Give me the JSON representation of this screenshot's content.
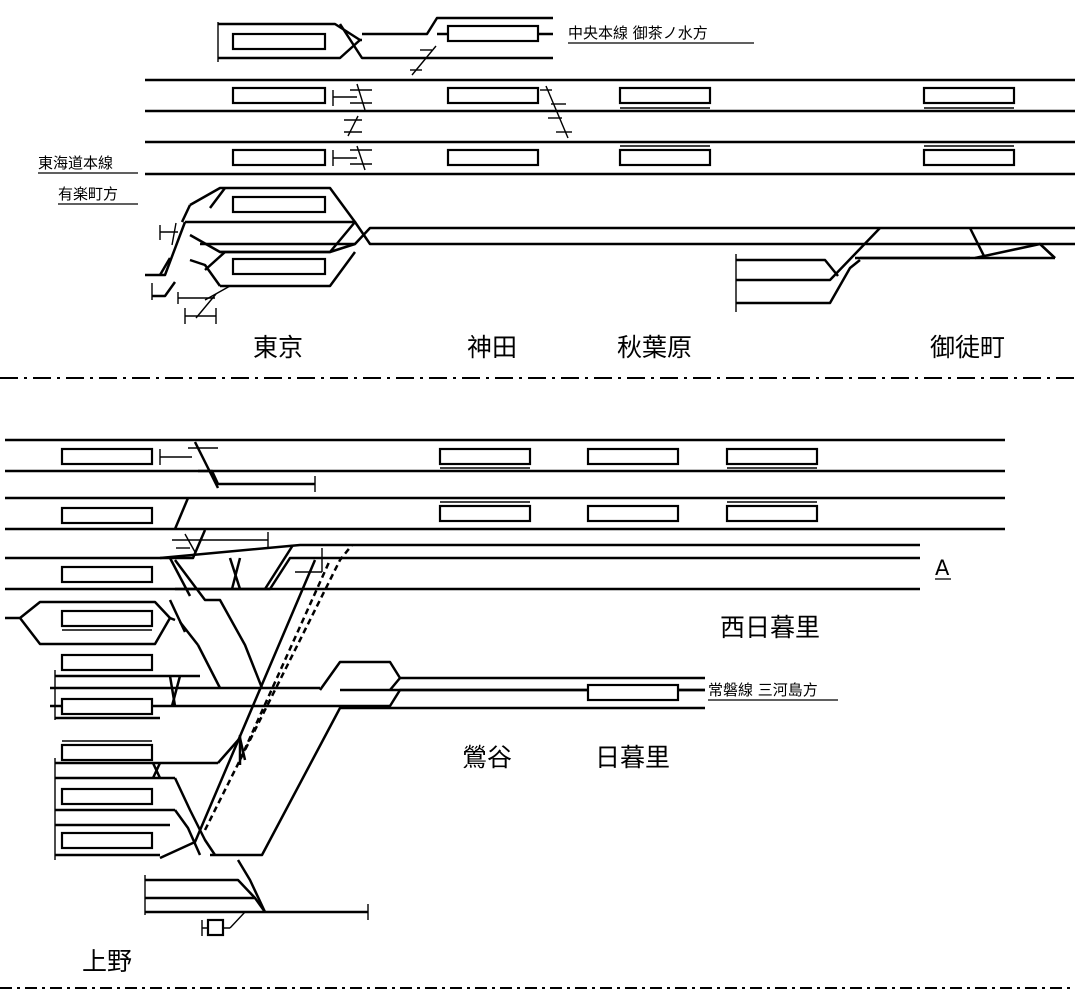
{
  "stations": {
    "tokyo": "東京",
    "kanda": "神田",
    "akihabara": "秋葉原",
    "okachimachi": "御徒町",
    "nishinippori": "西日暮里",
    "uguisudani": "鶯谷",
    "nippori": "日暮里",
    "ueno": "上野"
  },
  "directions": {
    "chuo": "中央本線 御茶ノ水方",
    "tokaido_line1": "東海道本線",
    "tokaido_line2": "有楽町方",
    "joban": "常磐線 三河島方"
  },
  "markers": {
    "a": "A"
  }
}
